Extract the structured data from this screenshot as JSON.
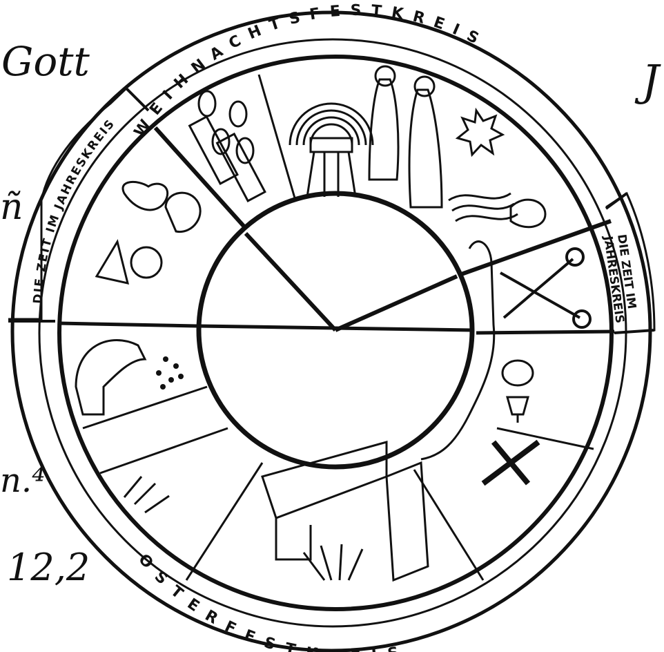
{
  "ring": {
    "top_label": "WEIHNACHTSFESTKREIS",
    "bottom_label": "OSTERFESTKREIS",
    "left_label": "DIE ZEIT IM JAHRESKREIS",
    "right_label_line1": "DIE ZEIT IM",
    "right_label_line2": "JAHRESKREIS"
  },
  "margin_notes": {
    "top_left": "Gott",
    "left_mid": "ñ",
    "left_lower": "n.⁴",
    "bottom_left": "12,2",
    "top_right": "J"
  },
  "colors": {
    "ink": "#111111",
    "paper": "#ffffff"
  }
}
